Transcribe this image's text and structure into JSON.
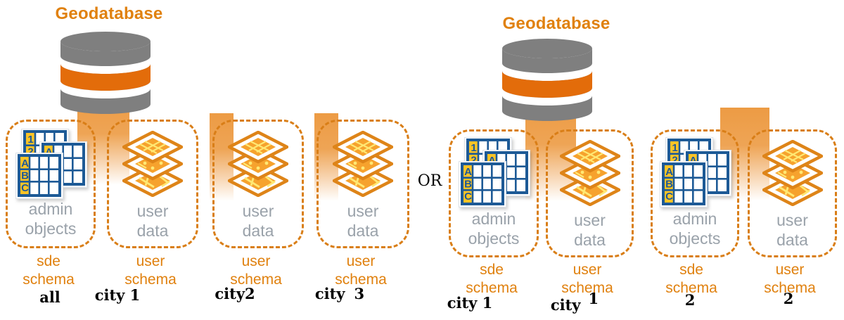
{
  "diagram": {
    "or_label": "OR",
    "left": {
      "title": "Geodatabase",
      "boxes": [
        {
          "content": [
            "admin",
            "objects"
          ],
          "schema": [
            "sde",
            "schema"
          ],
          "name": "all"
        },
        {
          "content": [
            "user",
            "data"
          ],
          "schema": [
            "user",
            "schema"
          ],
          "name": "city 1"
        },
        {
          "content": [
            "user",
            "data"
          ],
          "schema": [
            "user",
            "schema"
          ],
          "name": "city2"
        },
        {
          "content": [
            "user",
            "data"
          ],
          "schema": [
            "user",
            "schema"
          ],
          "name_base": "city",
          "name_suffix": "3"
        }
      ]
    },
    "right": {
      "title": "Geodatabase",
      "boxes": [
        {
          "content": [
            "admin",
            "objects"
          ],
          "schema": [
            "sde",
            "schema"
          ],
          "name": "city 1"
        },
        {
          "content": [
            "user",
            "data"
          ],
          "schema": [
            "user",
            "schema"
          ],
          "name_base": "city",
          "name_sup": "1"
        },
        {
          "content": [
            "admin",
            "objects"
          ],
          "schema": [
            "sde",
            "schema"
          ],
          "name": "2"
        },
        {
          "content": [
            "user",
            "data"
          ],
          "schema": [
            "user",
            "schema"
          ],
          "name": "2"
        }
      ]
    },
    "colors": {
      "accent_orange": "#E0810F",
      "dashed_border": "#D97E17",
      "cylinder_gray": "#7F7F7F",
      "cylinder_orange": "#E36C0A",
      "beam_orange": "#EC983E",
      "table_blue": "#1D5A96",
      "table_yellow": "#FFC425",
      "layer_stroke": "#DE8418",
      "layer_fill": "#F6A22D",
      "layer_detail": "#FFE873",
      "muted_text": "#9AA2AA"
    }
  }
}
